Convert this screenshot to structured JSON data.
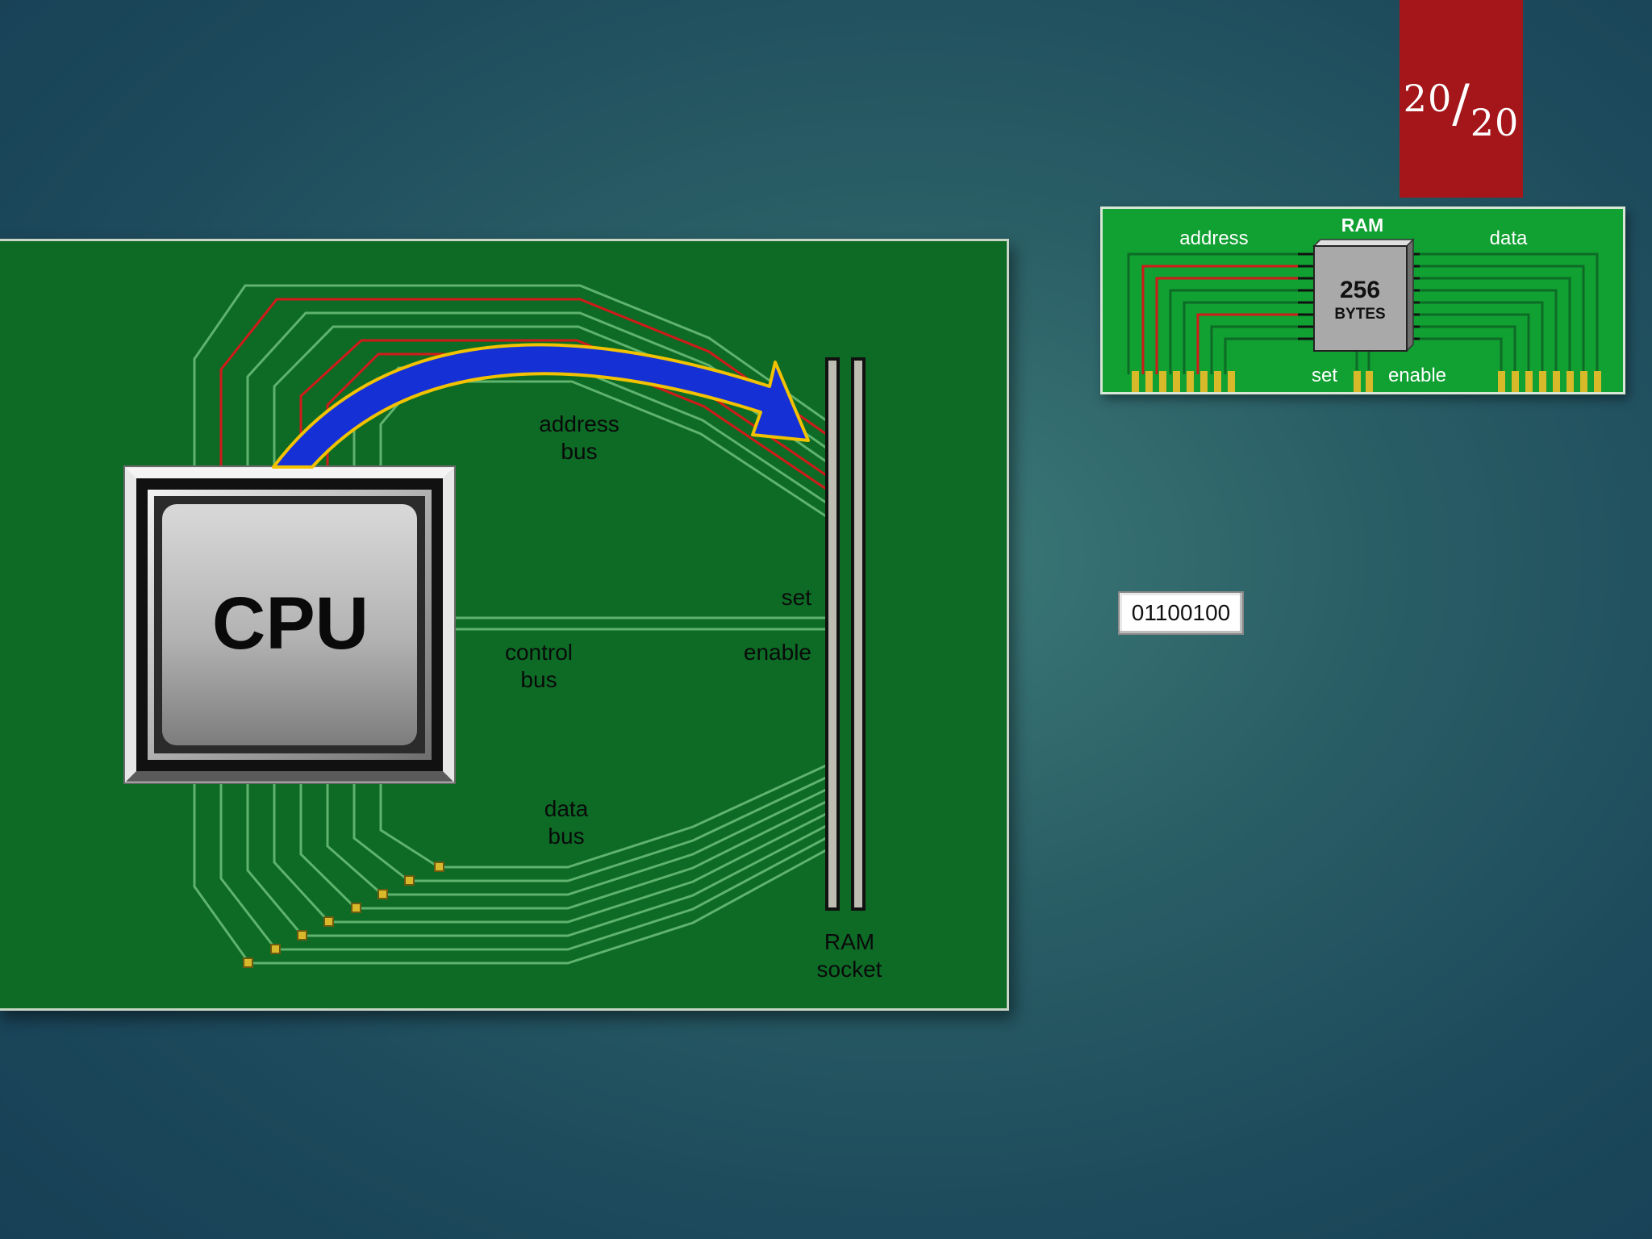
{
  "slide_counter": {
    "current": "20",
    "total": "20"
  },
  "board": {
    "cpu_label": "CPU",
    "address_bus_label": [
      "address",
      "bus"
    ],
    "control_bus_label": [
      "control",
      "bus"
    ],
    "data_bus_label": [
      "data",
      "bus"
    ],
    "set_label": "set",
    "enable_label": "enable",
    "ram_socket_label": [
      "RAM",
      "socket"
    ]
  },
  "ram_module": {
    "title": "RAM",
    "capacity": "256",
    "capacity_unit": "BYTES",
    "address_label": "address",
    "data_label": "data",
    "set_label": "set",
    "enable_label": "enable"
  },
  "register_value": "01100100",
  "colors": {
    "board_green": "#0d6b26",
    "module_green": "#11a032",
    "active_wire_red": "#d11a1a",
    "arrow_blue": "#1531d6",
    "arrow_outline": "#f2c200",
    "badge_red": "#a4161a"
  }
}
